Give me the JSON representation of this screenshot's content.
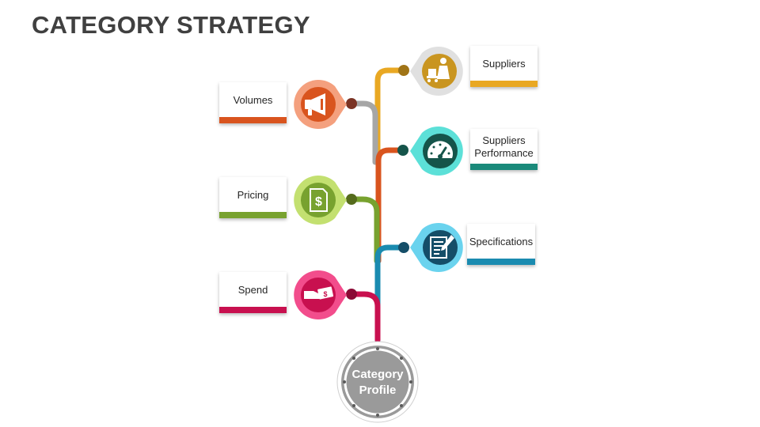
{
  "title": "CATEGORY STRATEGY",
  "center": {
    "line1": "Category",
    "line2": "Profile"
  },
  "items": [
    {
      "label": "Volumes",
      "color": "#d9541e",
      "light": "#f4a07e",
      "icon": "megaphone-icon"
    },
    {
      "label": "Pricing",
      "color": "#78a22f",
      "light": "#c3e070",
      "icon": "dollar-document-icon"
    },
    {
      "label": "Spend",
      "color": "#c8104f",
      "light": "#f24d8c",
      "icon": "payment-hand-icon"
    },
    {
      "label": "Suppliers",
      "color": "#e9a823",
      "light": "#e0e0e0",
      "icon": "supplier-worker-icon"
    },
    {
      "label": "Suppliers\nPerformance",
      "color": "#1a8a7a",
      "light": "#5ce0d8",
      "icon": "speedometer-icon"
    },
    {
      "label": "Specifications",
      "color": "#1a8bb0",
      "light": "#6ad3ee",
      "icon": "checklist-icon"
    }
  ]
}
